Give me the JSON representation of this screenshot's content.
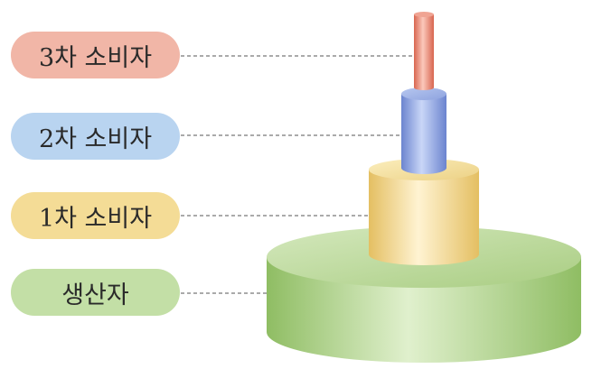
{
  "levels": [
    {
      "label": "3차 소비자",
      "color": "#f1b6a7",
      "cylinder_color": "#e8836e"
    },
    {
      "label": "2차 소비자",
      "color": "#b9d4f0",
      "cylinder_color": "#8aa6e2"
    },
    {
      "label": "1차 소비자",
      "color": "#f4dc96",
      "cylinder_color": "#f1d690"
    },
    {
      "label": "생산자",
      "color": "#c3dfa6",
      "cylinder_color": "#b8d894"
    }
  ]
}
